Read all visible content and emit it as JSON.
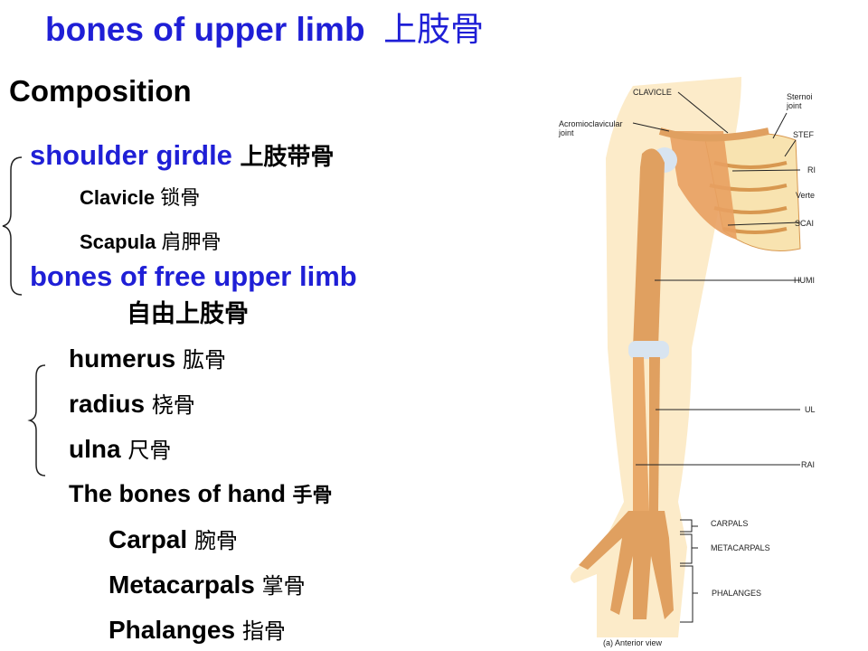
{
  "title": {
    "en": "bones of upper limb",
    "zh": "上肢骨"
  },
  "composition": "Composition",
  "shoulder_girdle": {
    "en": "shoulder girdle",
    "zh": "上肢带骨",
    "items": [
      {
        "en": "Clavicle",
        "zh": "锁骨"
      },
      {
        "en": "Scapula",
        "zh": "肩胛骨"
      }
    ]
  },
  "free_limb": {
    "en": "bones of free upper limb",
    "zh": "自由上肢骨",
    "items": [
      {
        "en": "humerus",
        "zh": "肱骨"
      },
      {
        "en": "radius",
        "zh": "桡骨"
      },
      {
        "en": "ulna",
        "zh": "尺骨"
      },
      {
        "en": "The bones of hand",
        "zh": "手骨"
      }
    ],
    "hand": [
      {
        "en": "Carpal",
        "zh": "腕骨"
      },
      {
        "en": "Metacarpals",
        "zh": "掌骨"
      },
      {
        "en": "Phalanges",
        "zh": "指骨"
      }
    ]
  },
  "figure": {
    "labels": {
      "clavicle": "CLAVICLE",
      "acromio1": "Acromioclavicular",
      "acromio2": "joint",
      "sterno1": "Sternoi",
      "sterno2": "joint",
      "sternum": "STEF",
      "ribs": "RI",
      "vert": "Verte",
      "scapula": "SCAI",
      "humerus": "HUMI",
      "ulna": "UL",
      "radius": "RAI",
      "carpals": "CARPALS",
      "metacarpals": "METACARPALS",
      "phalanges": "PHALANGES",
      "caption": "(a) Anterior view"
    },
    "colors": {
      "bone": "#e0a060",
      "skin": "#fbe8c0",
      "cartilage": "#d8e4f0"
    }
  }
}
